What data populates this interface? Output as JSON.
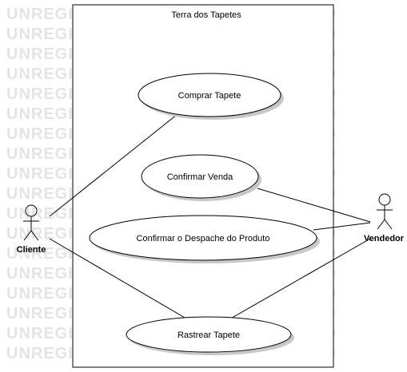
{
  "watermark": "UNREGISTERED",
  "system": {
    "title": "Terra dos Tapetes"
  },
  "use_cases": [
    {
      "id": "comprar",
      "label": "Comprar Tapete"
    },
    {
      "id": "confirmar-venda",
      "label": "Confirmar Venda"
    },
    {
      "id": "confirmar-despache",
      "label": "Confirmar o Despache do Produto"
    },
    {
      "id": "rastrear",
      "label": "Rastrear Tapete"
    }
  ],
  "actors": [
    {
      "id": "cliente",
      "label": "Cliente"
    },
    {
      "id": "vendedor",
      "label": "Vendedor"
    }
  ]
}
